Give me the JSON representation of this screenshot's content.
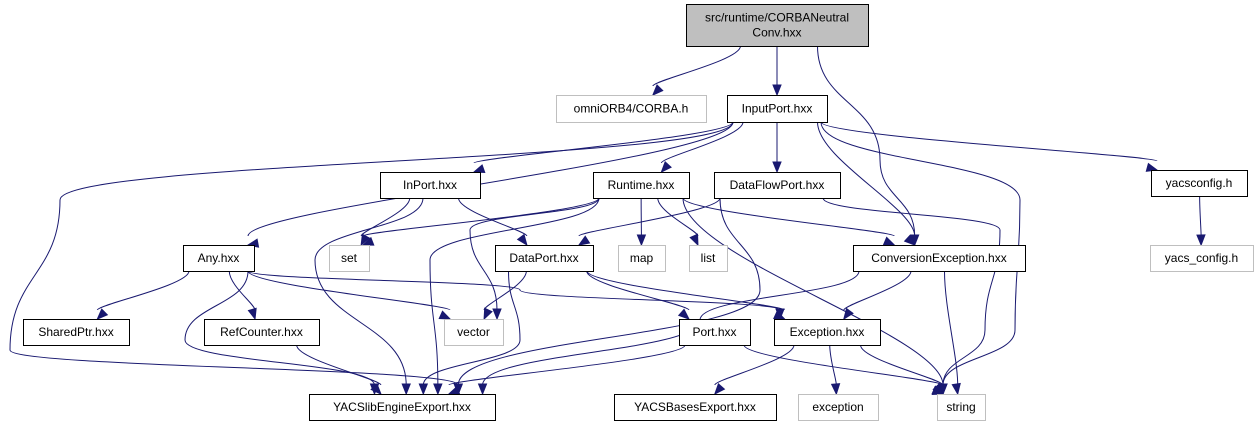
{
  "title": "Include dependency graph for src/runtime/CORBANeutralConv.hxx",
  "colors": {
    "edge": "#191970",
    "root_fill": "#bfbfbf",
    "node_border": "#000000",
    "external_border": "#bfbfbf"
  },
  "nodes": [
    {
      "id": "root",
      "label": [
        "src/runtime/CORBANeutral",
        "Conv.hxx"
      ],
      "kind": "root"
    },
    {
      "id": "omniorb",
      "label": [
        "omniORB4/CORBA.h"
      ],
      "kind": "external"
    },
    {
      "id": "inputport",
      "label": [
        "InputPort.hxx"
      ],
      "kind": "file"
    },
    {
      "id": "inport",
      "label": [
        "InPort.hxx"
      ],
      "kind": "file"
    },
    {
      "id": "runtime",
      "label": [
        "Runtime.hxx"
      ],
      "kind": "file"
    },
    {
      "id": "dataflowport",
      "label": [
        "DataFlowPort.hxx"
      ],
      "kind": "file"
    },
    {
      "id": "yacsconfig",
      "label": [
        "yacsconfig.h"
      ],
      "kind": "file"
    },
    {
      "id": "any",
      "label": [
        "Any.hxx"
      ],
      "kind": "file"
    },
    {
      "id": "set",
      "label": [
        "set"
      ],
      "kind": "external"
    },
    {
      "id": "dataport",
      "label": [
        "DataPort.hxx"
      ],
      "kind": "file"
    },
    {
      "id": "map",
      "label": [
        "map"
      ],
      "kind": "external"
    },
    {
      "id": "list",
      "label": [
        "list"
      ],
      "kind": "external"
    },
    {
      "id": "conversionexception",
      "label": [
        "ConversionException.hxx"
      ],
      "kind": "file"
    },
    {
      "id": "yacs_config",
      "label": [
        "yacs_config.h"
      ],
      "kind": "external"
    },
    {
      "id": "sharedptr",
      "label": [
        "SharedPtr.hxx"
      ],
      "kind": "file"
    },
    {
      "id": "refcounter",
      "label": [
        "RefCounter.hxx"
      ],
      "kind": "file"
    },
    {
      "id": "vector",
      "label": [
        "vector"
      ],
      "kind": "external"
    },
    {
      "id": "port",
      "label": [
        "Port.hxx"
      ],
      "kind": "file"
    },
    {
      "id": "exception_hxx",
      "label": [
        "Exception.hxx"
      ],
      "kind": "file"
    },
    {
      "id": "yacslibengine",
      "label": [
        "YACSlibEngineExport.hxx"
      ],
      "kind": "file"
    },
    {
      "id": "yacsbases",
      "label": [
        "YACSBasesExport.hxx"
      ],
      "kind": "file"
    },
    {
      "id": "exception",
      "label": [
        "exception"
      ],
      "kind": "external"
    },
    {
      "id": "string",
      "label": [
        "string"
      ],
      "kind": "external"
    }
  ],
  "edges": [
    [
      "root",
      "omniorb"
    ],
    [
      "root",
      "inputport"
    ],
    [
      "root",
      "conversionexception"
    ],
    [
      "inputport",
      "inport"
    ],
    [
      "inputport",
      "runtime"
    ],
    [
      "inputport",
      "dataflowport"
    ],
    [
      "inputport",
      "yacsconfig"
    ],
    [
      "inputport",
      "any"
    ],
    [
      "inputport",
      "conversionexception"
    ],
    [
      "inputport",
      "yacslibengine"
    ],
    [
      "inputport",
      "string"
    ],
    [
      "inport",
      "set"
    ],
    [
      "inport",
      "dataport"
    ],
    [
      "inport",
      "yacslibengine"
    ],
    [
      "runtime",
      "set"
    ],
    [
      "runtime",
      "map"
    ],
    [
      "runtime",
      "list"
    ],
    [
      "runtime",
      "vector"
    ],
    [
      "runtime",
      "conversionexception"
    ],
    [
      "runtime",
      "yacslibengine"
    ],
    [
      "runtime",
      "string"
    ],
    [
      "dataflowport",
      "dataport"
    ],
    [
      "dataflowport",
      "yacslibengine"
    ],
    [
      "dataflowport",
      "string"
    ],
    [
      "yacsconfig",
      "yacs_config"
    ],
    [
      "any",
      "sharedptr"
    ],
    [
      "any",
      "refcounter"
    ],
    [
      "any",
      "vector"
    ],
    [
      "any",
      "exception_hxx"
    ],
    [
      "any",
      "yacslibengine"
    ],
    [
      "dataport",
      "vector"
    ],
    [
      "dataport",
      "port"
    ],
    [
      "dataport",
      "exception_hxx"
    ],
    [
      "dataport",
      "yacslibengine"
    ],
    [
      "conversionexception",
      "exception_hxx"
    ],
    [
      "conversionexception",
      "string"
    ],
    [
      "conversionexception",
      "yacslibengine"
    ],
    [
      "refcounter",
      "yacslibengine"
    ],
    [
      "port",
      "yacslibengine"
    ],
    [
      "port",
      "string"
    ],
    [
      "exception_hxx",
      "yacsbases"
    ],
    [
      "exception_hxx",
      "exception"
    ],
    [
      "exception_hxx",
      "string"
    ]
  ]
}
